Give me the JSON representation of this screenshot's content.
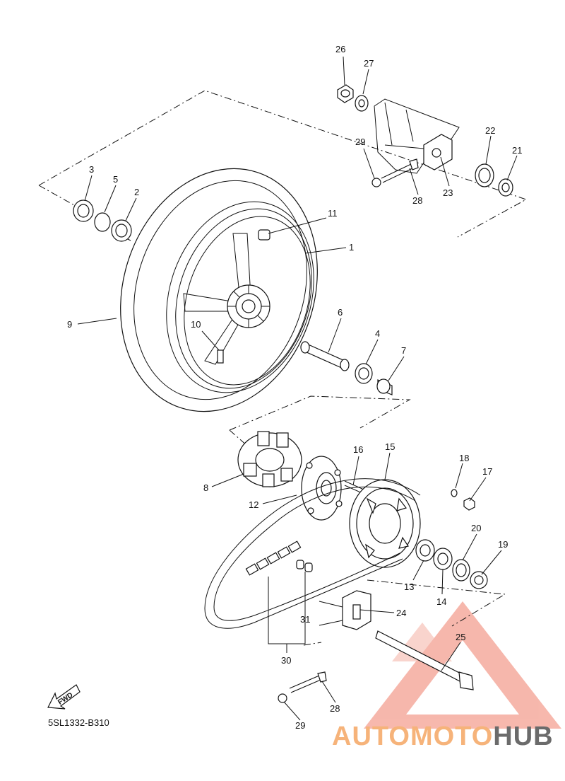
{
  "diagram": {
    "part_code": "5SL1332-B310",
    "fwd_label": "FWD",
    "labels": [
      "1",
      "2",
      "3",
      "4",
      "5",
      "6",
      "7",
      "8",
      "9",
      "10",
      "11",
      "12",
      "13",
      "14",
      "15",
      "16",
      "17",
      "18",
      "19",
      "20",
      "21",
      "22",
      "23",
      "24",
      "25",
      "26",
      "27",
      "28",
      "28",
      "29",
      "29",
      "30",
      "31"
    ]
  },
  "watermark": {
    "part1": "AUTOMOTO",
    "part2": "HUB",
    "color_primary": "#f4a07a",
    "color_secondary": "#6b6b6b",
    "triangle_color": "#f08a78"
  }
}
